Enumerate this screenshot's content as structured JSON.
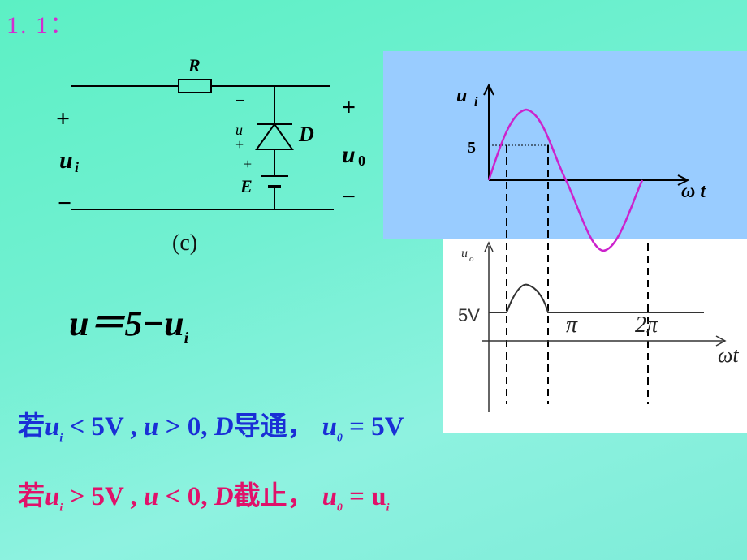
{
  "slide": {
    "number": "1. 1："
  },
  "circuit": {
    "caption": "(c)",
    "resistor": "R",
    "diode": "D",
    "source": "E",
    "diode_voltage": "u",
    "minus": "−",
    "plus": "+",
    "input_label": "u",
    "input_sub": "i",
    "output_label": "u",
    "output_sub": "0"
  },
  "formula": {
    "lhs": "u",
    "eq": "＝5−u",
    "sub": "i"
  },
  "graph_top": {
    "ylabel": "u",
    "ylabel_sub": "i",
    "tick": "5",
    "xlabel": "ω t"
  },
  "graph_bottom": {
    "ylabel": "u",
    "ylabel_sub": "o",
    "level": "5V",
    "pi": "π",
    "two_pi": "2π",
    "xlabel": "ωt"
  },
  "conditions": [
    {
      "a": "若",
      "u": "u",
      "sub": "i",
      "rel": " < 5V , ",
      "u2": "u",
      "rel2": " > 0, ",
      "d": "D",
      "state": "导通，",
      "out": "u",
      "out_sub": "0",
      "res": " = 5V",
      "color": "#1a2fd6"
    },
    {
      "a": "若",
      "u": "u",
      "sub": "i",
      "rel": " > 5V , ",
      "u2": "u",
      "rel2": " < 0, ",
      "d": "D",
      "state": "截止，",
      "out": "u",
      "out_sub": "0",
      "res": " = u",
      "res_sub": "i",
      "color": "#e0116a"
    }
  ]
}
